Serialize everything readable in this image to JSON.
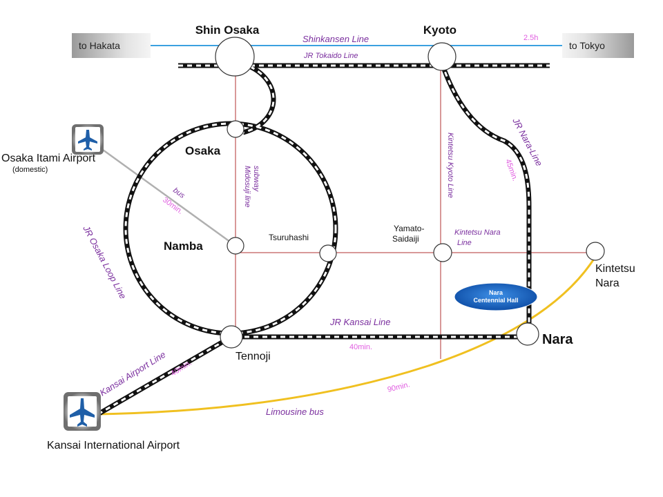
{
  "stations": {
    "shin_osaka": "Shin Osaka",
    "kyoto": "Kyoto",
    "osaka": "Osaka",
    "namba": "Namba",
    "tsuruhashi": "Tsuruhashi",
    "tennoji": "Tennoji",
    "yamato_saidaiji_1": "Yamato-",
    "yamato_saidaiji_2": "Saidaiji",
    "kintetsu_nara_1": "Kintetsu",
    "kintetsu_nara_2": "Nara",
    "nara": "Nara"
  },
  "destinations": {
    "hakata": "to  Hakata",
    "tokyo": "to  Tokyo"
  },
  "airports": {
    "itami_name": "Osaka Itami Airport",
    "itami_note": "(domestic)",
    "kansai_name": "Kansai  International Airport"
  },
  "lines": {
    "shinkansen": "Shinkansen Line",
    "jr_tokaido": "JR Tokaido Line",
    "jr_nara": "JR Nara-Line",
    "kintetsu_kyoto": "Kintetsu Kyoto Line",
    "subway_1": "subway",
    "subway_2": "Midosuji line",
    "kintetsu_nara_1": "Kintetsu  Nara",
    "kintetsu_nara_2": "Line",
    "jr_osaka_loop": "JR  Osaka Loop  Line",
    "jr_kansai": "JR Kansai Line",
    "kansai_airport": "Kansai  Airport  Line",
    "bus": "bus",
    "limousine": "Limousine bus"
  },
  "times": {
    "shinkansen": "2.5h",
    "nara_line": "45min.",
    "bus": "30min.",
    "kansai_line": "40min.",
    "airport_line": "40min.",
    "limousine": "90min."
  },
  "venue": {
    "line1": "Nara",
    "line2": "Centennial Hall"
  },
  "colors": {
    "shinkansen": "#3aa0e0",
    "thin_line": "#b03030",
    "bus_line": "#b0b0b0",
    "limousine": "#f0c020",
    "venue": "#1a6fd0",
    "line_label": "#7a2e9e",
    "time_label": "#e05ce0"
  }
}
